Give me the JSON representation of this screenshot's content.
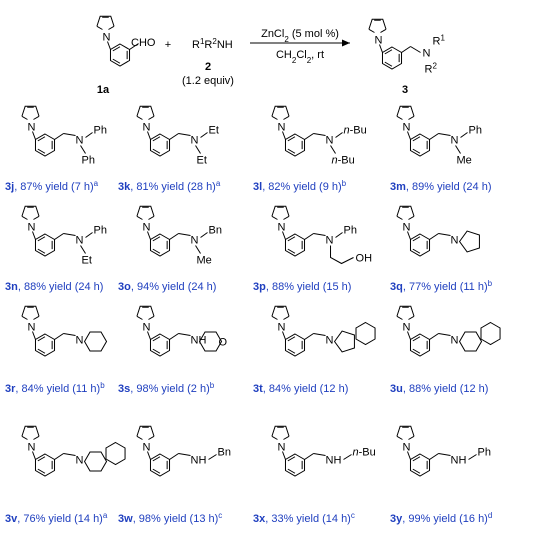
{
  "scheme": {
    "aldehyde_group": "CHO",
    "plus": "+",
    "amine_formula": "R1R2NH",
    "amine_number": "2",
    "amine_equiv": "(1.2 equiv)",
    "catalyst": "ZnCl2 (5 mol %)",
    "conditions": "CH2Cl2, rt",
    "reactant_label": "1a",
    "product_label": "3",
    "product_r1": "R1",
    "product_r2": "R2"
  },
  "products": [
    {
      "id": "3j",
      "yield_text": "87% yield (7 h)",
      "note": "a",
      "subs": [
        "Ph",
        "Ph"
      ]
    },
    {
      "id": "3k",
      "yield_text": "81% yield (28 h)",
      "note": "a",
      "subs": [
        "Et",
        "Et"
      ]
    },
    {
      "id": "3l",
      "yield_text": "82% yield (9 h)",
      "note": "b",
      "subs": [
        "n-Bu",
        "n-Bu"
      ]
    },
    {
      "id": "3m",
      "yield_text": "89% yield (24 h)",
      "note": "",
      "subs": [
        "Ph",
        "Me"
      ]
    },
    {
      "id": "3n",
      "yield_text": "88% yield (24 h)",
      "note": "",
      "subs": [
        "Ph",
        "Et"
      ]
    },
    {
      "id": "3o",
      "yield_text": "94% yield (24 h)",
      "note": "",
      "subs": [
        "Bn",
        "Me"
      ]
    },
    {
      "id": "3p",
      "yield_text": "88% yield (15 h)",
      "note": "",
      "subs": [
        "Ph",
        "OH"
      ]
    },
    {
      "id": "3q",
      "yield_text": "77% yield (11 h)",
      "note": "b",
      "subs": []
    },
    {
      "id": "3r",
      "yield_text": "84% yield (11 h)",
      "note": "b",
      "subs": []
    },
    {
      "id": "3s",
      "yield_text": "98% yield (2 h)",
      "note": "b",
      "subs": [
        "O"
      ]
    },
    {
      "id": "3t",
      "yield_text": "84% yield (12 h)",
      "note": "",
      "subs": []
    },
    {
      "id": "3u",
      "yield_text": "88% yield (12 h)",
      "note": "",
      "subs": []
    },
    {
      "id": "3v",
      "yield_text": "76% yield (14 h)",
      "note": "a",
      "subs": []
    },
    {
      "id": "3w",
      "yield_text": "98% yield (13 h)",
      "note": "c",
      "subs": [
        "Bn"
      ]
    },
    {
      "id": "3x",
      "yield_text": "33% yield (14 h)",
      "note": "c",
      "subs": [
        "n-Bu"
      ]
    },
    {
      "id": "3y",
      "yield_text": "99% yield (16 h)",
      "note": "d",
      "subs": [
        "Ph"
      ]
    }
  ]
}
